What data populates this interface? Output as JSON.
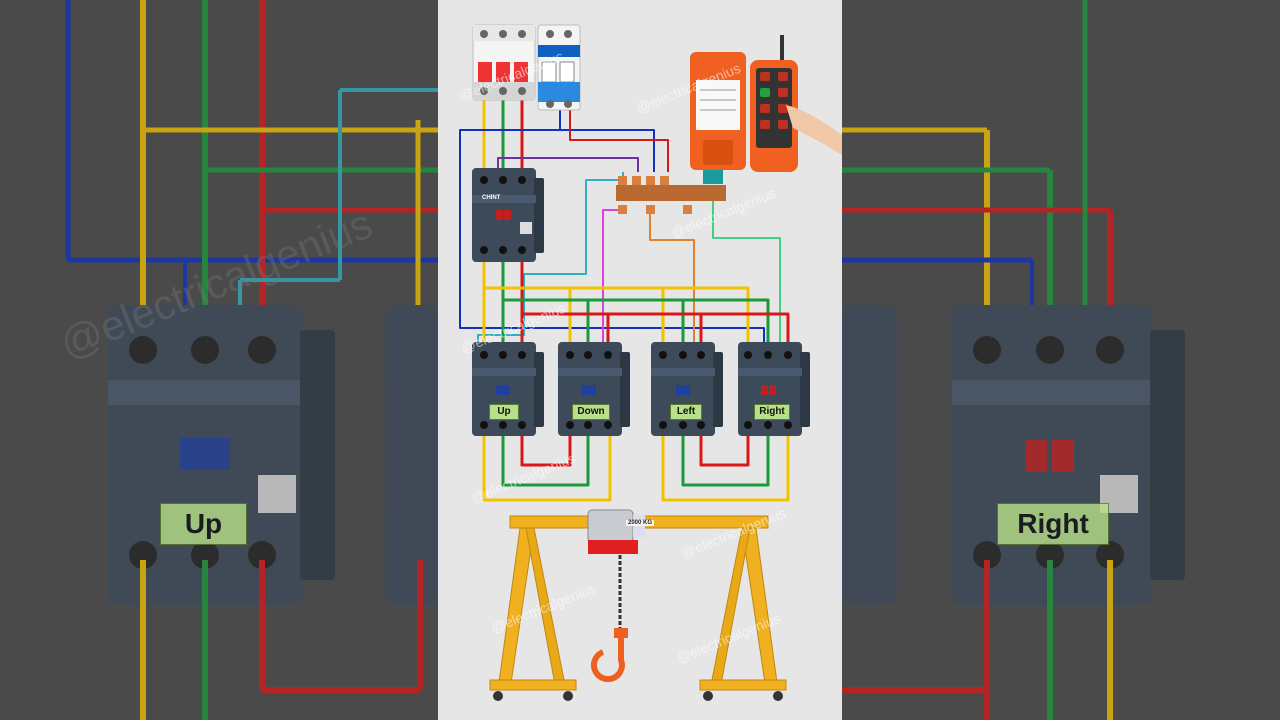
{
  "brand": "CHINT",
  "crane_capacity": "2000 KG",
  "watermark": "@electricalgenius",
  "contactors": [
    {
      "id": "up",
      "label": "Up"
    },
    {
      "id": "down",
      "label": "Down"
    },
    {
      "id": "left",
      "label": "Left"
    },
    {
      "id": "right",
      "label": "Right"
    }
  ],
  "side_labels": {
    "left": "Up",
    "right": "Right"
  },
  "colors": {
    "phase_yellow": "#f2c200",
    "phase_green": "#1a9a3a",
    "phase_red": "#d81818",
    "neutral_blue": "#1030c0",
    "control_cyan": "#30b0c0",
    "control_purple": "#7030a0",
    "control_orange": "#e08030",
    "control_pink": "#e040e0",
    "control_lightgreen": "#40d080",
    "contactor_body": "#3d4a5a",
    "remote_orange": "#f06020",
    "crane_yellow": "#f0b020"
  }
}
